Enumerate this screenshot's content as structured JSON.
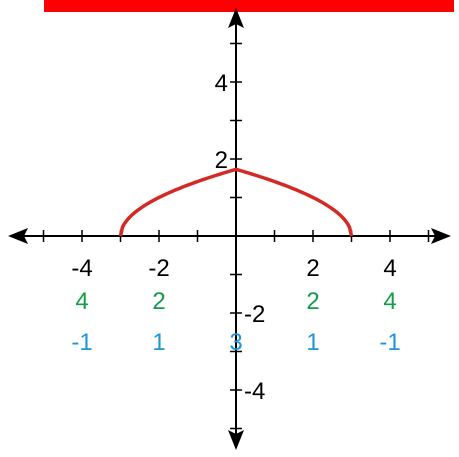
{
  "chart_data": {
    "type": "line",
    "title": "",
    "xlabel": "",
    "ylabel": "",
    "xlim": [
      -6,
      5.5
    ],
    "ylim": [
      -5.5,
      6
    ],
    "grid": false,
    "x_tick_labels": [
      {
        "value": -4,
        "text": "-4"
      },
      {
        "value": -2,
        "text": "-2"
      },
      {
        "value": 2,
        "text": "2"
      },
      {
        "value": 4,
        "text": "4"
      }
    ],
    "y_tick_labels": [
      {
        "value": 4,
        "text": "4"
      },
      {
        "value": 2,
        "text": "2"
      },
      {
        "value": -2,
        "text": "-2"
      },
      {
        "value": -4,
        "text": "-4"
      }
    ],
    "annotation_rows": [
      {
        "color": "#159b4a",
        "row": 1,
        "items": [
          {
            "x": -4,
            "text": "4"
          },
          {
            "x": -2,
            "text": "2"
          },
          {
            "x": 2,
            "text": "2"
          },
          {
            "x": 4,
            "text": "4"
          }
        ]
      },
      {
        "color": "#1e96d6",
        "row": 2,
        "items": [
          {
            "x": -4,
            "text": "-1"
          },
          {
            "x": -2,
            "text": "1"
          },
          {
            "x": 0,
            "text": "3"
          },
          {
            "x": 2,
            "text": "1"
          },
          {
            "x": 4,
            "text": "-1"
          }
        ]
      }
    ],
    "series": [
      {
        "color": "#d42a25",
        "x": [
          -3,
          -2.5,
          -2,
          -1.5,
          -1,
          -0.5,
          0,
          0.5,
          1,
          1.5,
          2,
          2.5,
          3
        ],
        "y": [
          0,
          0.73,
          1.06,
          1.29,
          1.47,
          1.62,
          1.73,
          1.62,
          1.47,
          1.29,
          1.06,
          0.73,
          0
        ]
      }
    ],
    "top_bar_color": "#ff0000",
    "axis_color": "#000000"
  }
}
